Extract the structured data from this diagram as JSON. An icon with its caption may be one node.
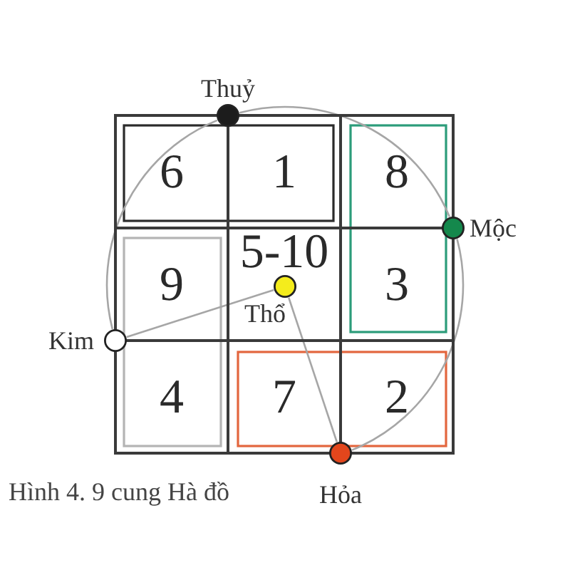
{
  "diagram": {
    "caption": "Hình 4. 9 cung Hà đồ",
    "nodes": [
      {
        "text": [],
        "shape": "circle",
        "beside": [
          "Thuỷ"
        ]
      },
      {
        "text": [],
        "shape": "circle",
        "beside": [
          "Mộc"
        ]
      },
      {
        "text": [],
        "shape": "circle",
        "beside": [
          "Thổ"
        ]
      },
      {
        "text": [],
        "shape": "circle",
        "beside": [
          "Kim"
        ]
      },
      {
        "text": [],
        "shape": "circle",
        "beside": [
          "Hỏa"
        ]
      }
    ],
    "edges": [
      {
        "from": 3,
        "to": 0,
        "arrow": "none"
      },
      {
        "from": 0,
        "to": 1,
        "arrow": "none"
      },
      {
        "from": 1,
        "to": 4,
        "arrow": "none"
      },
      {
        "from": 4,
        "to": 2,
        "arrow": "none"
      },
      {
        "from": 2,
        "to": 3,
        "arrow": "none"
      }
    ],
    "labels": [
      "6",
      "1",
      "8",
      "9",
      "5-10",
      "3",
      "4",
      "7",
      "2"
    ]
  }
}
